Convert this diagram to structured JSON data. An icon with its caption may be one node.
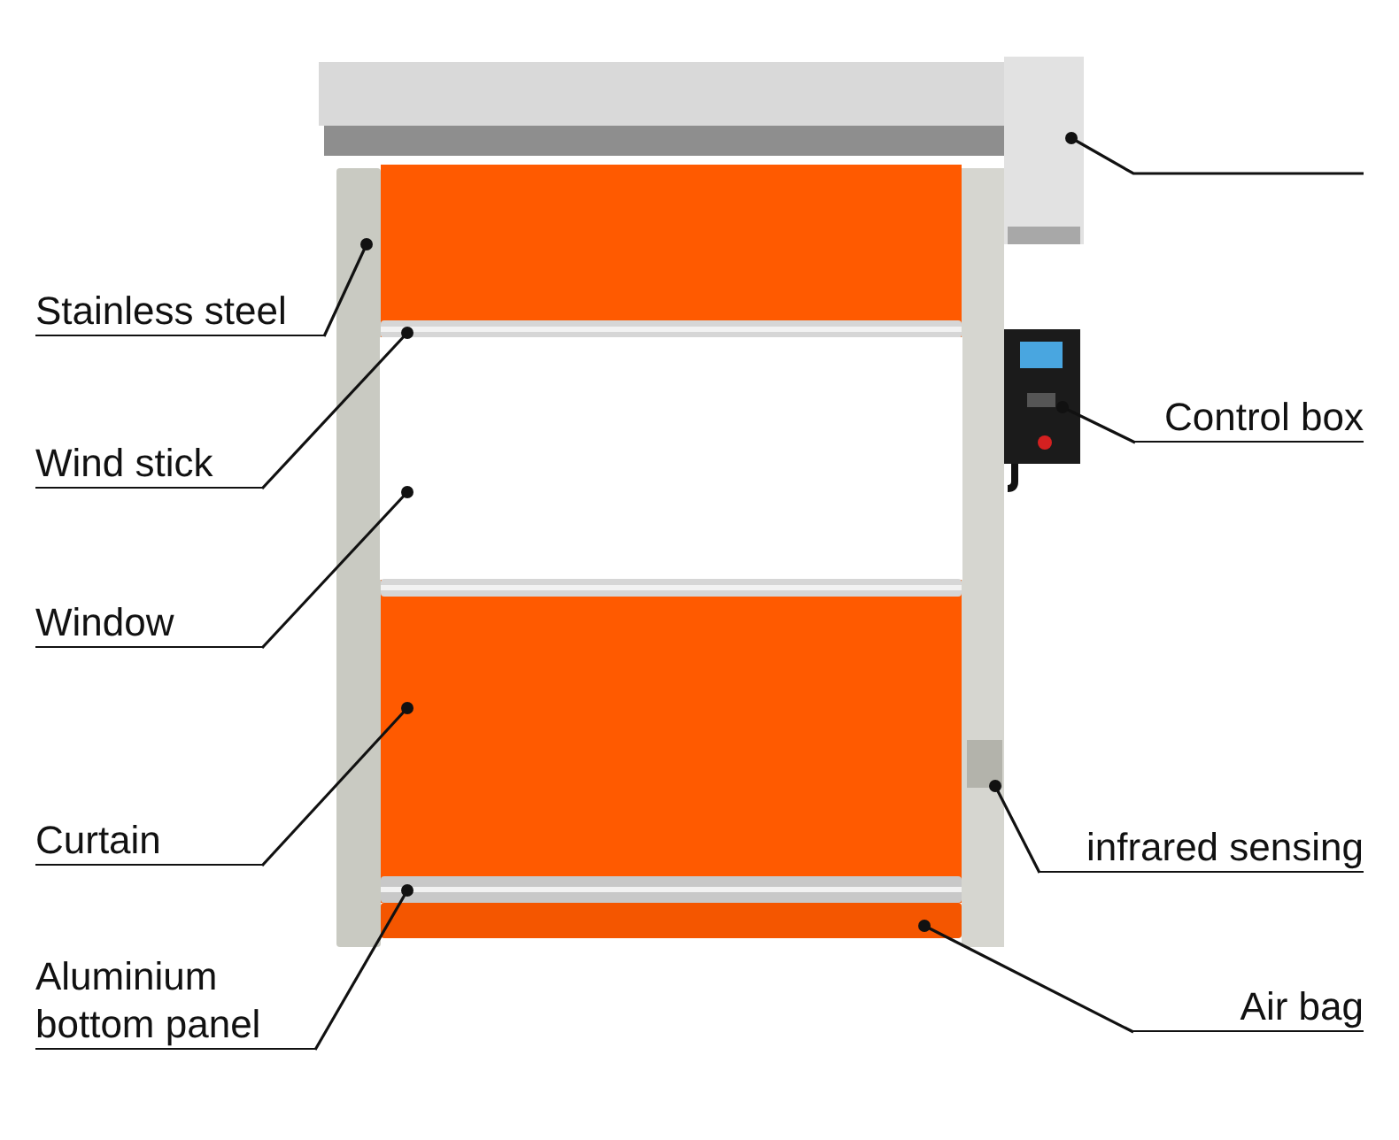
{
  "diagram": {
    "nodes": [
      {
        "text": [
          "Stainless steel"
        ]
      },
      {
        "text": [
          "Wind stick"
        ]
      },
      {
        "text": [
          "Window"
        ]
      },
      {
        "text": [
          "Curtain"
        ]
      },
      {
        "text": [
          "Aluminium bottom panel"
        ]
      },
      {
        "text": [
          "Control box"
        ]
      },
      {
        "text": [
          "infrared sensing"
        ]
      },
      {
        "text": [
          "Air bag"
        ]
      },
      {
        "text": [],
        "shape": "box"
      },
      {
        "text": [],
        "shape": "bar"
      },
      {
        "text": [],
        "shape": "bar",
        "in": 13
      },
      {
        "text": [],
        "shape": "box",
        "in": 13
      },
      {
        "text": [],
        "shape": "box"
      },
      {
        "text": [],
        "shape": "box"
      },
      {
        "text": [],
        "shape": "box"
      },
      {
        "text": [],
        "shape": "bar",
        "in": 13
      },
      {
        "text": [],
        "shape": "bar"
      },
      {
        "text": [],
        "shape": "bar",
        "in": 13
      }
    ],
    "edges": [
      {
        "from": 0,
        "to": 9,
        "arrow": "other"
      },
      {
        "from": 1,
        "to": 10,
        "arrow": "other"
      },
      {
        "from": 2,
        "to": 11,
        "arrow": "other"
      },
      {
        "from": 3,
        "to": 13,
        "arrow": "other"
      },
      {
        "from": 4,
        "to": 17,
        "arrow": "other"
      },
      {
        "from": null,
        "to": 8,
        "arrow": "other"
      },
      {
        "from": 5,
        "to": 12,
        "arrow": "other"
      },
      {
        "from": 6,
        "to": 14,
        "arrow": "other"
      },
      {
        "from": 7,
        "to": 16,
        "arrow": "other"
      }
    ]
  }
}
